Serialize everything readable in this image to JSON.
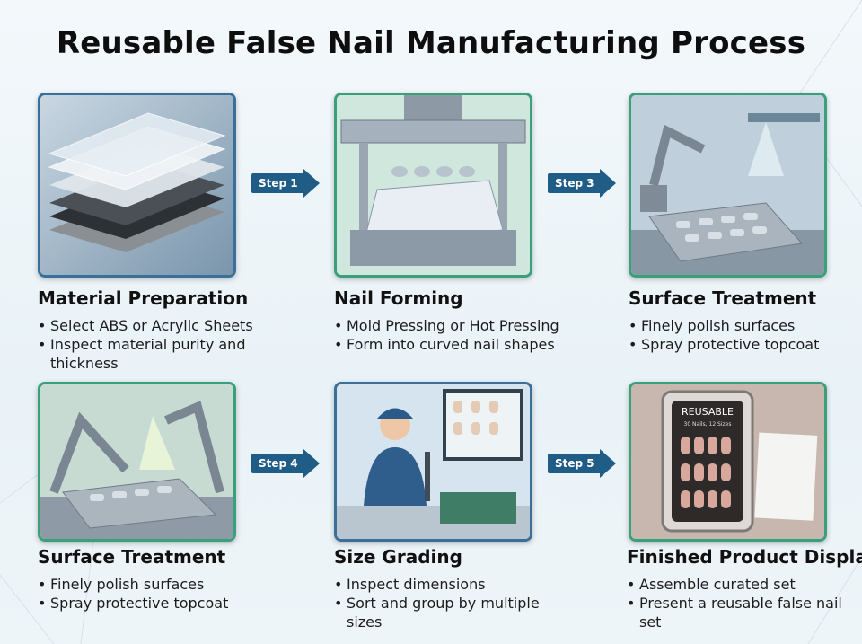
{
  "title": "Reusable False Nail Manufacturing Process",
  "arrows": [
    "Step 1",
    "Step 3",
    "Step 4",
    "Step 5"
  ],
  "steps": [
    {
      "title": "Material Preparation",
      "bullets": [
        "Select ABS or Acrylic Sheets",
        "Inspect material purity and thickness"
      ]
    },
    {
      "title": "Nail Forming",
      "bullets": [
        "Mold Pressing or Hot Pressing",
        "Form into curved nail shapes"
      ]
    },
    {
      "title": "Surface Treatment",
      "bullets": [
        "Finely polish surfaces",
        "Spray protective topcoat"
      ]
    },
    {
      "title": "Surface Treatment",
      "bullets": [
        "Finely polish surfaces",
        "Spray protective topcoat"
      ]
    },
    {
      "title": "Size Grading",
      "bullets": [
        "Inspect dimensions",
        "Sort and group by multiple sizes"
      ]
    },
    {
      "title": "Finished Product Display",
      "bullets": [
        "Assemble curated set",
        "Present a reusable false nail set"
      ]
    }
  ],
  "package": {
    "brand": "REUSABLE",
    "subtitle": "30 Nails, 12 Sizes"
  },
  "colors": {
    "arrow": "#1f5c86",
    "border_blue": "#3a6f9a",
    "border_green": "#3aa07a"
  },
  "icons": [
    "acrylic-sheets-icon",
    "press-machine-icon",
    "robot-arm-icon",
    "robot-sprayer-icon",
    "worker-inspection-icon",
    "nail-package-icon"
  ]
}
